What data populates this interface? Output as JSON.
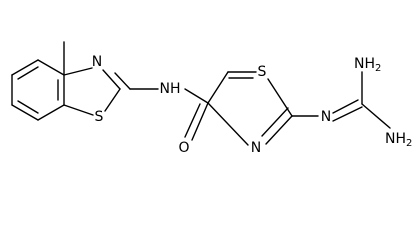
{
  "molecule": {
    "atoms": {
      "benzothiazole_n": "N",
      "benzothiazole_s": "S",
      "amide_nh": "NH",
      "carbonyl_o": "O",
      "thiazole_s": "S",
      "thiazole_n": "N",
      "imine_n": "N",
      "amine_top": "NH2",
      "amine_bottom": "NH2"
    }
  }
}
